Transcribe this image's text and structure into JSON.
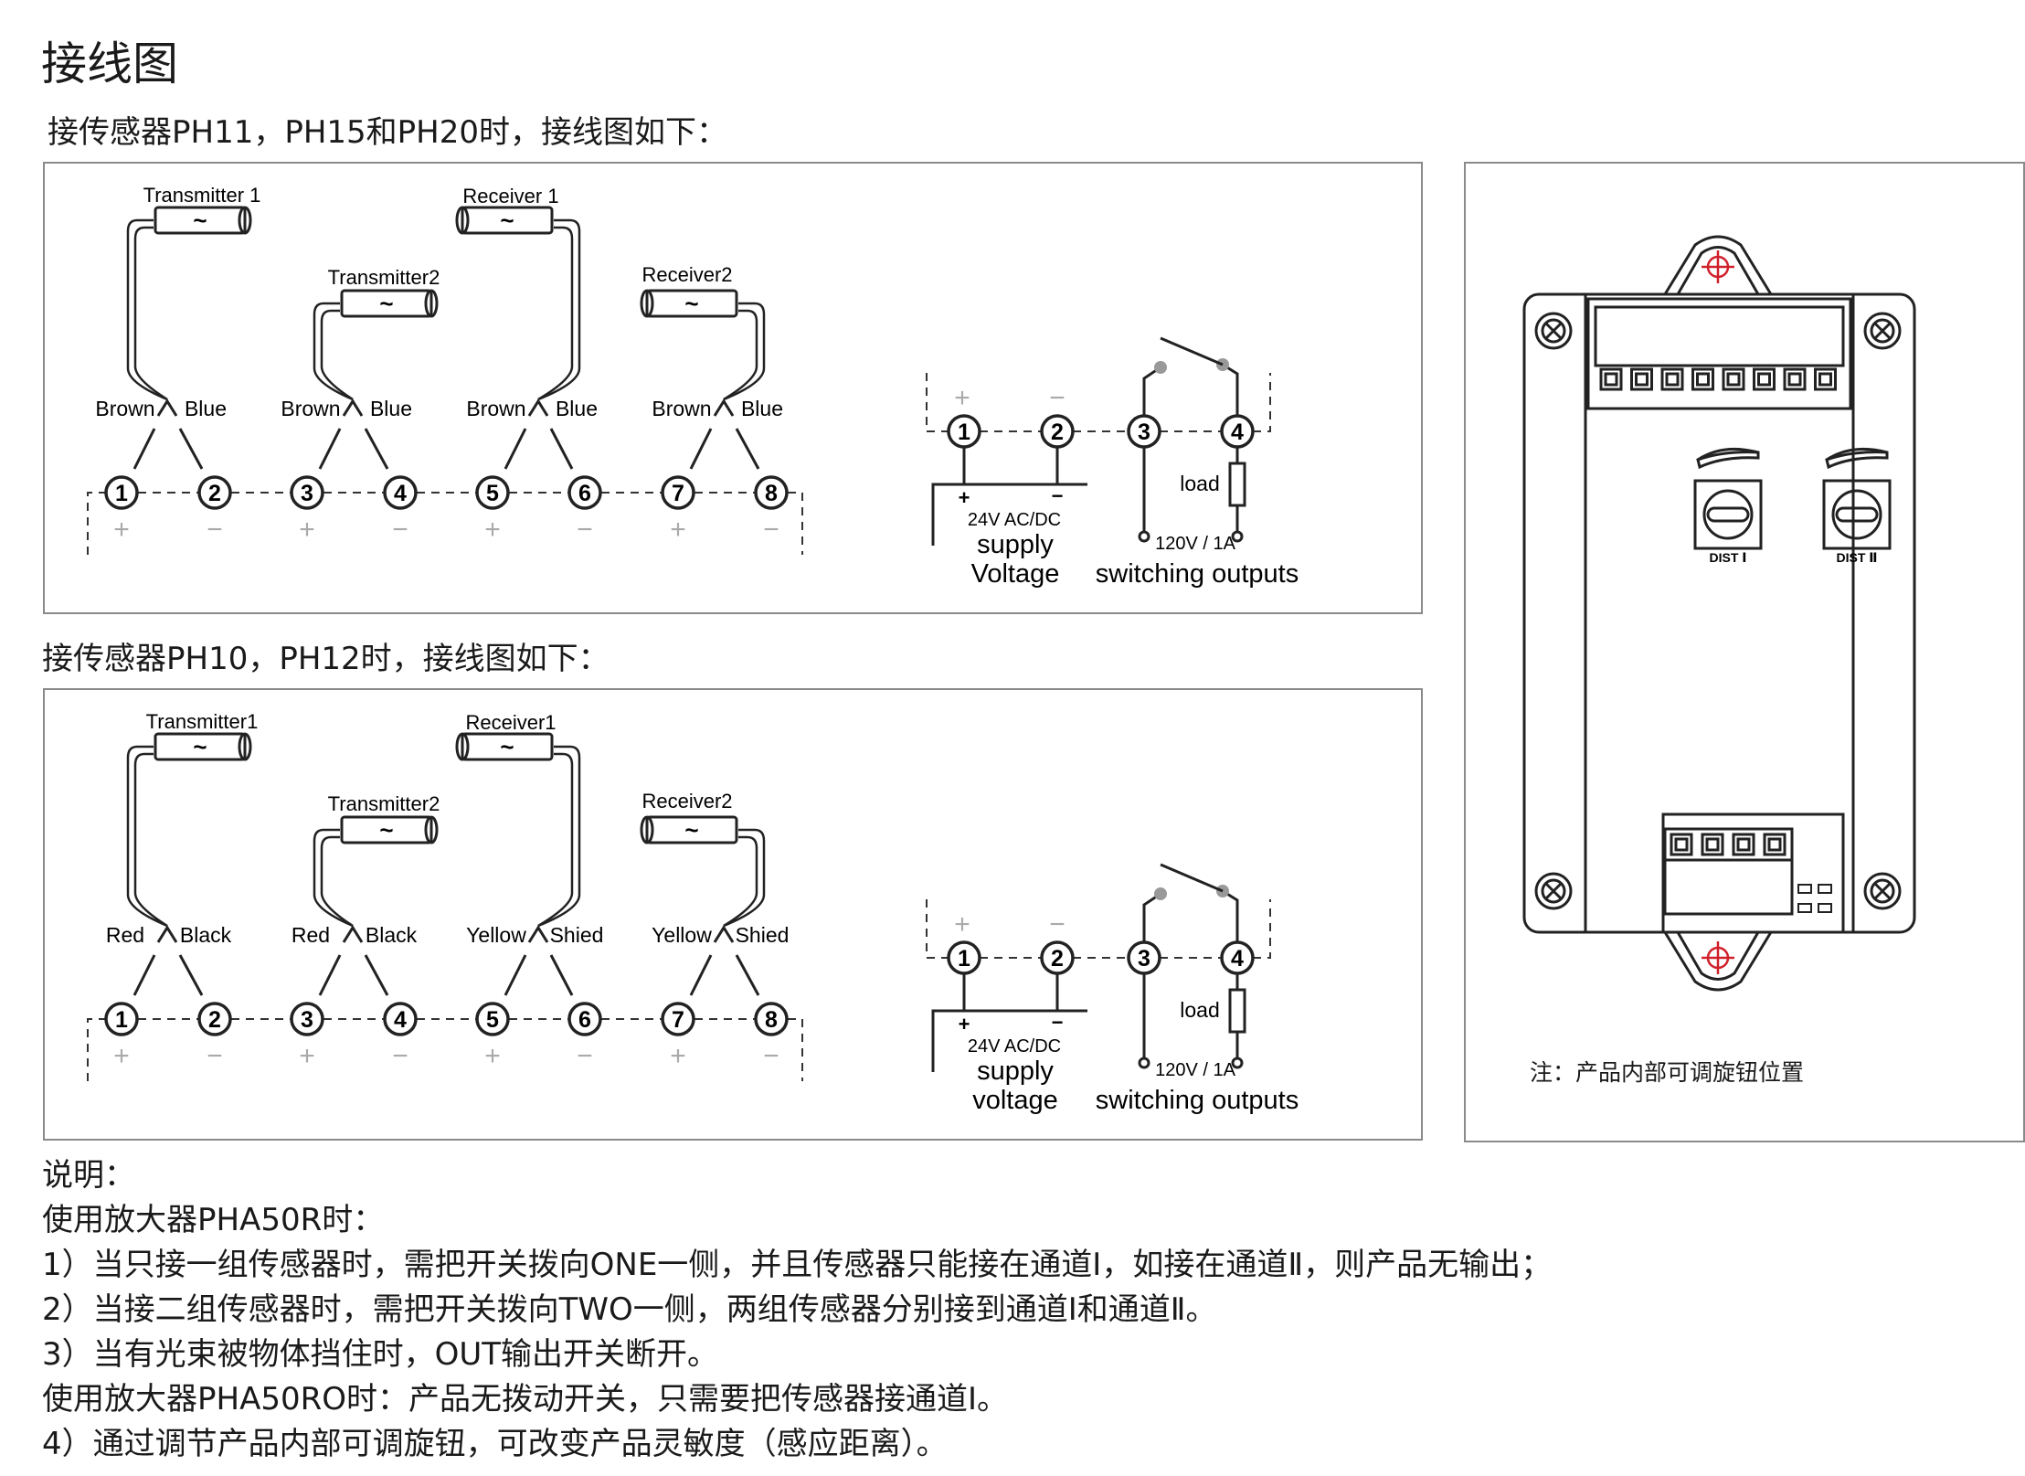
{
  "page": {
    "title": "接线图",
    "section1_caption": "接传感器PH11，PH15和PH20时，接线图如下：",
    "section2_caption": "接传感器PH10，PH12时，接线图如下："
  },
  "diagram1": {
    "components": [
      "Transmitter 1",
      "Transmitter2",
      "Receiver 1",
      "Receiver2"
    ],
    "wire_labels": [
      "Brown",
      "Blue",
      "Brown",
      "Blue",
      "Brown",
      "Blue",
      "Brown",
      "Blue"
    ],
    "supply_voltage": "24V AC/DC",
    "supply_label": "supply",
    "voltage_label": "Voltage",
    "load_label": "load",
    "rating": "120V / 1A",
    "outputs_label": "switching outputs"
  },
  "diagram2": {
    "components": [
      "Transmitter1",
      "Transmitter2",
      "Receiver1",
      "Receiver2"
    ],
    "wire_labels": [
      "Red",
      "Black",
      "Red",
      "Black",
      "Yellow",
      "Shied",
      "Yellow",
      "Shied"
    ],
    "supply_voltage": "24V AC/DC",
    "supply_label": "supply",
    "voltage_label": "voltage",
    "load_label": "load",
    "rating": "120V / 1A",
    "outputs_label": "switching outputs"
  },
  "terminals": [
    "1",
    "2",
    "3",
    "4",
    "5",
    "6",
    "7",
    "8"
  ],
  "polarity": [
    "+",
    "−",
    "+",
    "−",
    "+",
    "−",
    "+",
    "−"
  ],
  "device": {
    "knob1_label": "DIST Ⅰ",
    "knob2_label": "DIST Ⅱ",
    "note": "注：产品内部可调旋钮位置"
  },
  "description": {
    "heading": "说明：",
    "lines": [
      "使用放大器PHA50R时：",
      "1）当只接一组传感器时，需把开关拨向ONE一侧，并且传感器只能接在通道Ⅰ，如接在通道Ⅱ，则产品无输出；",
      "2）当接二组传感器时，需把开关拨向TWO一侧，两组传感器分别接到通道Ⅰ和通道Ⅱ。",
      "3）当有光束被物体挡住时，OUT输出开关断开。",
      "使用放大器PHA50RO时：产品无拨动开关，只需要把传感器接通道Ⅰ。",
      "4）通过调节产品内部可调旋钮，可改变产品灵敏度（感应距离）。"
    ]
  }
}
